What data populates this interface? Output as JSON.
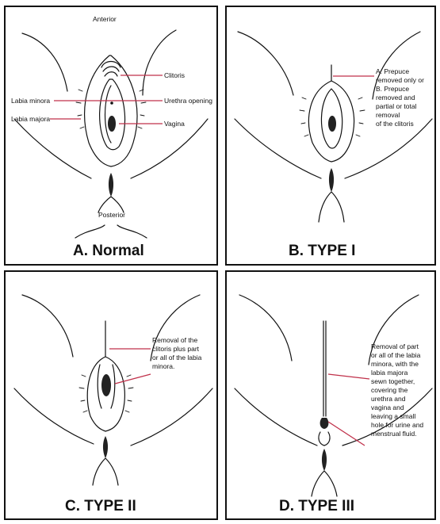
{
  "panels": [
    {
      "caption": "A. Normal",
      "labels": {
        "anterior": "Anterior",
        "clitoris": "Clitoris",
        "labia_minora": "Labia minora",
        "urethra_opening": "Urethra opening",
        "labia_majora": "Labia majora",
        "vagina": "Vagina",
        "posterior": "Posterior"
      }
    },
    {
      "caption": "B. TYPE I",
      "note": [
        "A. Prepuce",
        "removed only or",
        "B. Prepuce",
        "removed and",
        "partial or total",
        "removal",
        "of the clitoris"
      ]
    },
    {
      "caption": "C. TYPE II",
      "note": [
        "Removal of the",
        "clitoris plus part",
        "or all of the labia",
        "minora."
      ]
    },
    {
      "caption": "D. TYPE III",
      "note": [
        "Removal of part",
        "or all of the labia",
        "minora, with the",
        "labia majora",
        "sewn together,",
        "covering the",
        "urethra and",
        "vagina and",
        "leaving a small",
        "hole for urine and",
        "menstrual fluid.",
        "",
        ""
      ]
    }
  ]
}
